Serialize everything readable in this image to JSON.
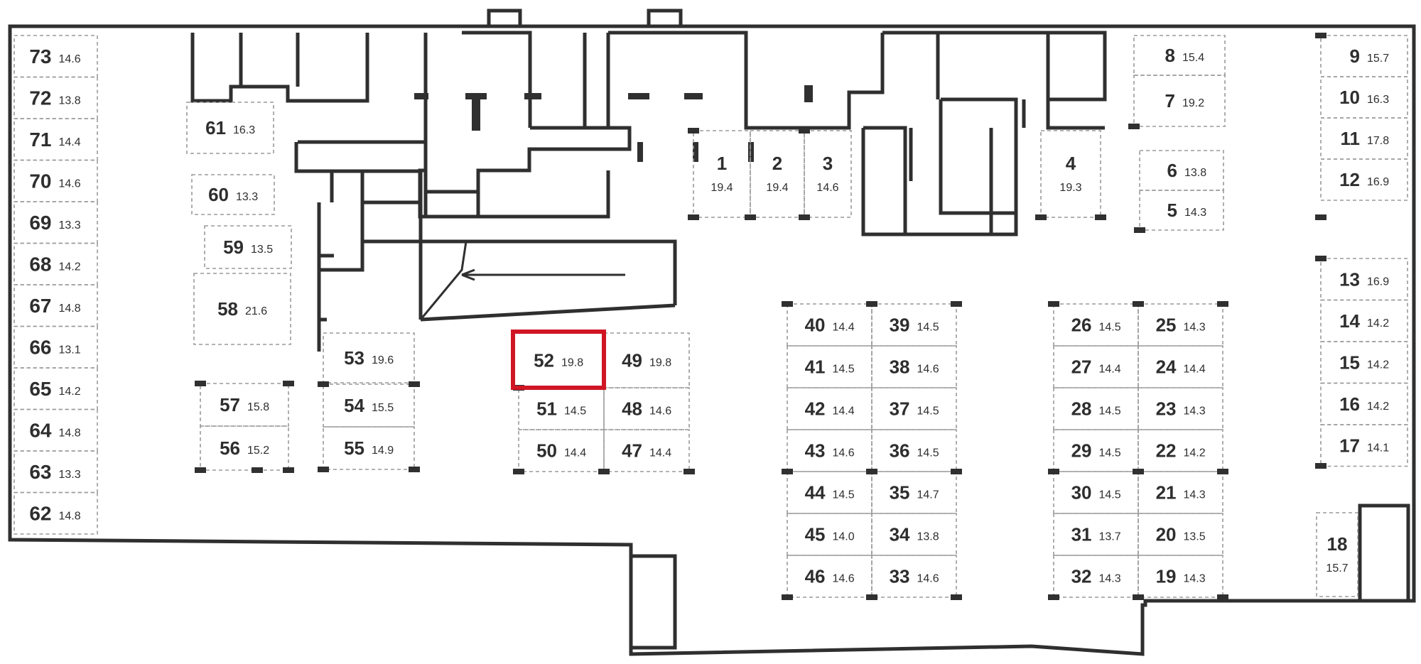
{
  "plan": {
    "highlight_color": "#d01524",
    "wall_color": "#2f2f2f",
    "spot_border_color": "#9a9a9a",
    "selected_spot": "52",
    "spots": [
      {
        "num": "73",
        "area": "14.6"
      },
      {
        "num": "72",
        "area": "13.8"
      },
      {
        "num": "71",
        "area": "14.4"
      },
      {
        "num": "70",
        "area": "14.6"
      },
      {
        "num": "69",
        "area": "13.3"
      },
      {
        "num": "68",
        "area": "14.2"
      },
      {
        "num": "67",
        "area": "14.8"
      },
      {
        "num": "66",
        "area": "13.1"
      },
      {
        "num": "65",
        "area": "14.2"
      },
      {
        "num": "64",
        "area": "14.8"
      },
      {
        "num": "63",
        "area": "13.3"
      },
      {
        "num": "62",
        "area": "14.8"
      },
      {
        "num": "61",
        "area": "16.3"
      },
      {
        "num": "60",
        "area": "13.3"
      },
      {
        "num": "59",
        "area": "13.5"
      },
      {
        "num": "58",
        "area": "21.6"
      },
      {
        "num": "57",
        "area": "15.8"
      },
      {
        "num": "56",
        "area": "15.2"
      },
      {
        "num": "53",
        "area": "19.6"
      },
      {
        "num": "54",
        "area": "15.5"
      },
      {
        "num": "55",
        "area": "14.9"
      },
      {
        "num": "52",
        "area": "19.8"
      },
      {
        "num": "51",
        "area": "14.5"
      },
      {
        "num": "50",
        "area": "14.4"
      },
      {
        "num": "49",
        "area": "19.8"
      },
      {
        "num": "48",
        "area": "14.6"
      },
      {
        "num": "47",
        "area": "14.4"
      },
      {
        "num": "1",
        "area": "19.4"
      },
      {
        "num": "2",
        "area": "19.4"
      },
      {
        "num": "3",
        "area": "14.6"
      },
      {
        "num": "4",
        "area": "19.3"
      },
      {
        "num": "8",
        "area": "15.4"
      },
      {
        "num": "7",
        "area": "19.2"
      },
      {
        "num": "6",
        "area": "13.8"
      },
      {
        "num": "5",
        "area": "14.3"
      },
      {
        "num": "9",
        "area": "15.7"
      },
      {
        "num": "10",
        "area": "16.3"
      },
      {
        "num": "11",
        "area": "17.8"
      },
      {
        "num": "12",
        "area": "16.9"
      },
      {
        "num": "13",
        "area": "16.9"
      },
      {
        "num": "14",
        "area": "14.2"
      },
      {
        "num": "15",
        "area": "14.2"
      },
      {
        "num": "16",
        "area": "14.2"
      },
      {
        "num": "17",
        "area": "14.1"
      },
      {
        "num": "18",
        "area": "15.7"
      },
      {
        "num": "40",
        "area": "14.4"
      },
      {
        "num": "41",
        "area": "14.5"
      },
      {
        "num": "42",
        "area": "14.4"
      },
      {
        "num": "43",
        "area": "14.6"
      },
      {
        "num": "44",
        "area": "14.5"
      },
      {
        "num": "45",
        "area": "14.0"
      },
      {
        "num": "46",
        "area": "14.6"
      },
      {
        "num": "39",
        "area": "14.5"
      },
      {
        "num": "38",
        "area": "14.6"
      },
      {
        "num": "37",
        "area": "14.5"
      },
      {
        "num": "36",
        "area": "14.5"
      },
      {
        "num": "35",
        "area": "14.7"
      },
      {
        "num": "34",
        "area": "13.8"
      },
      {
        "num": "33",
        "area": "14.6"
      },
      {
        "num": "26",
        "area": "14.5"
      },
      {
        "num": "27",
        "area": "14.4"
      },
      {
        "num": "28",
        "area": "14.5"
      },
      {
        "num": "29",
        "area": "14.5"
      },
      {
        "num": "30",
        "area": "14.5"
      },
      {
        "num": "31",
        "area": "13.7"
      },
      {
        "num": "32",
        "area": "14.3"
      },
      {
        "num": "25",
        "area": "14.3"
      },
      {
        "num": "24",
        "area": "14.4"
      },
      {
        "num": "23",
        "area": "14.3"
      },
      {
        "num": "22",
        "area": "14.2"
      },
      {
        "num": "21",
        "area": "14.3"
      },
      {
        "num": "20",
        "area": "13.5"
      },
      {
        "num": "19",
        "area": "14.3"
      }
    ]
  }
}
